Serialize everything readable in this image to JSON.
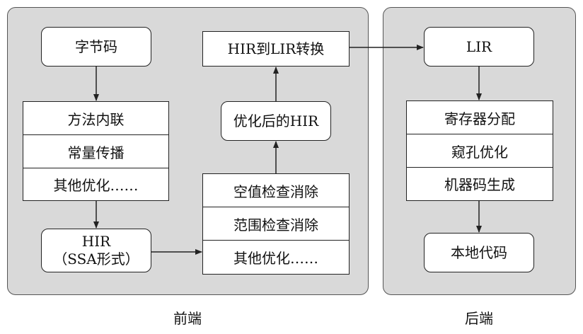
{
  "frontend": {
    "label": "前端",
    "bytecode": "字节码",
    "hir_opts": [
      "方法内联",
      "常量传播",
      "其他优化……"
    ],
    "hir_line1": "HIR",
    "hir_line2": "（SSA形式）",
    "lir_opts": [
      "空值检查消除",
      "范围检查消除",
      "其他优化……"
    ],
    "optimized_hir": "优化后的HIR",
    "hir_to_lir": "HIR到LIR转换"
  },
  "backend": {
    "label": "后端",
    "lir": "LIR",
    "opts": [
      "寄存器分配",
      "窥孔优化",
      "机器码生成"
    ],
    "native_code": "本地代码"
  }
}
